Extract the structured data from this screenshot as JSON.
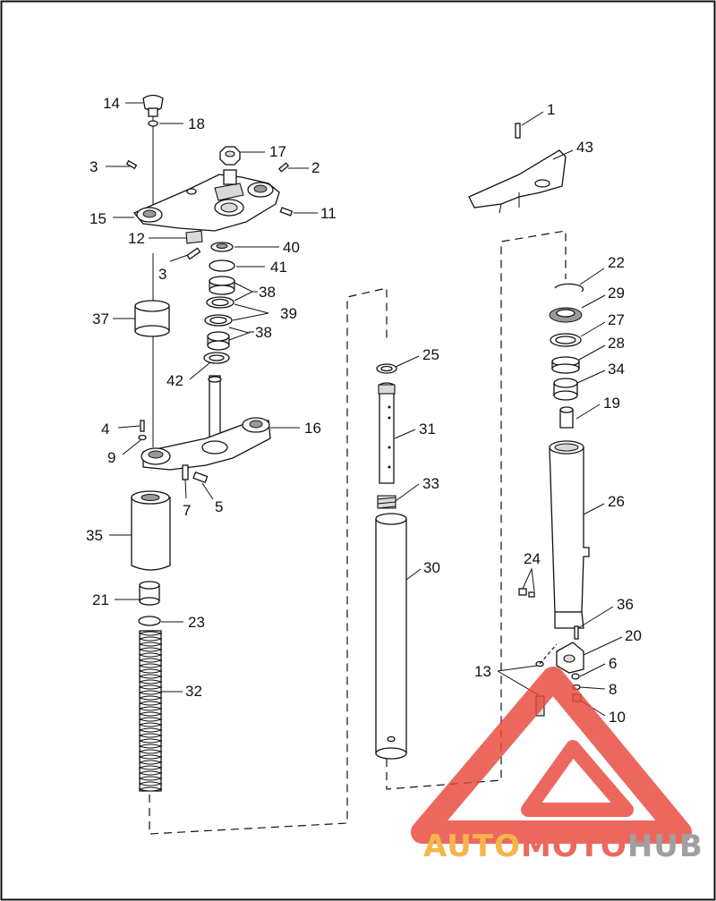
{
  "diagram": {
    "labels": {
      "l1": "1",
      "l2": "2",
      "l3a": "3",
      "l3b": "3",
      "l4": "4",
      "l5": "5",
      "l6": "6",
      "l7": "7",
      "l8": "8",
      "l9": "9",
      "l10": "10",
      "l11": "11",
      "l12": "12",
      "l13": "13",
      "l14": "14",
      "l15": "15",
      "l16": "16",
      "l17": "17",
      "l18": "18",
      "l19": "19",
      "l20": "20",
      "l21": "21",
      "l22": "22",
      "l23": "23",
      "l24": "24",
      "l25": "25",
      "l26": "26",
      "l27": "27",
      "l28": "28",
      "l29": "29",
      "l30": "30",
      "l31": "31",
      "l32": "32",
      "l33": "33",
      "l34": "34",
      "l35": "35",
      "l36": "36",
      "l37": "37",
      "l38a": "38",
      "l38b": "38",
      "l39": "39",
      "l40": "40",
      "l41": "41",
      "l42": "42",
      "l43": "43"
    }
  },
  "watermark": {
    "part1": "AUTO",
    "part2": "MOTO",
    "part3": "HUB",
    "colors": {
      "orange": "#f5a623",
      "red": "#e8473c",
      "gray": "#8c8c8c"
    }
  }
}
